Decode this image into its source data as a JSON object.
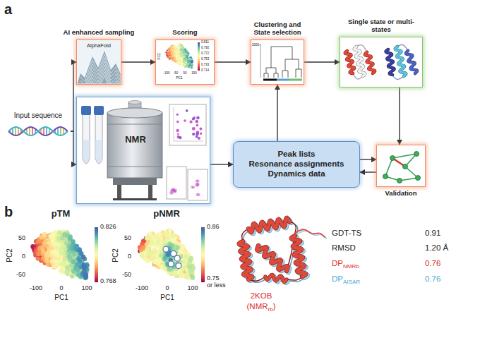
{
  "diagram": {
    "nodes": [
      {
        "text": [
          "Input sequence"
        ]
      },
      {
        "text": [
          "AI enhanced sampling",
          "AlphaFold"
        ]
      },
      {
        "text": [
          "Scoring"
        ]
      },
      {
        "text": [
          "Clustering and State selection"
        ]
      },
      {
        "text": [
          "Single state or multi-states"
        ]
      },
      {
        "text": [
          "NMR"
        ]
      },
      {
        "text": [
          "Peak lists",
          "Resonance assignments",
          "Dynamics data"
        ]
      },
      {
        "text": [
          "Validation"
        ]
      }
    ],
    "edges": [
      {
        "from": 0,
        "to": 1,
        "arrow": "to"
      },
      {
        "from": 0,
        "to": 5,
        "arrow": "to"
      },
      {
        "from": 1,
        "to": 2,
        "arrow": "to"
      },
      {
        "from": 2,
        "to": 3,
        "arrow": "to"
      },
      {
        "from": 3,
        "to": 4,
        "arrow": "to"
      },
      {
        "from": 5,
        "to": 6,
        "arrow": "to"
      },
      {
        "from": 6,
        "to": 3,
        "arrow": "to"
      },
      {
        "from": 4,
        "to": 7,
        "arrow": "to"
      },
      {
        "from": 6,
        "to": 7,
        "arrow": "to"
      },
      {
        "from": 7,
        "to": 6,
        "arrow": "to"
      }
    ],
    "labels": [
      "a",
      "b",
      "PC2",
      "PC1",
      "-150",
      "-50",
      "50",
      "150",
      "0.811",
      "0.792",
      "0.772",
      "0.753",
      "0.733",
      "0.714",
      "2000",
      "pTM",
      "PC2",
      "50",
      "0",
      "-50",
      "-100",
      "0",
      "100",
      "PC1",
      "0.826",
      "0.768",
      "pNMR",
      "PC2",
      "50",
      "0",
      "-50",
      "-100",
      "0",
      "100",
      "PC1",
      "0.86",
      "0.75 or less",
      "GDT-TS",
      "0.91",
      "RMSD",
      "1.20 Å",
      "DP",
      "NMRb",
      "0.76",
      "DP",
      "AISAR",
      "0.76",
      "2KOB",
      "(NMR",
      "rb",
      ")"
    ]
  }
}
